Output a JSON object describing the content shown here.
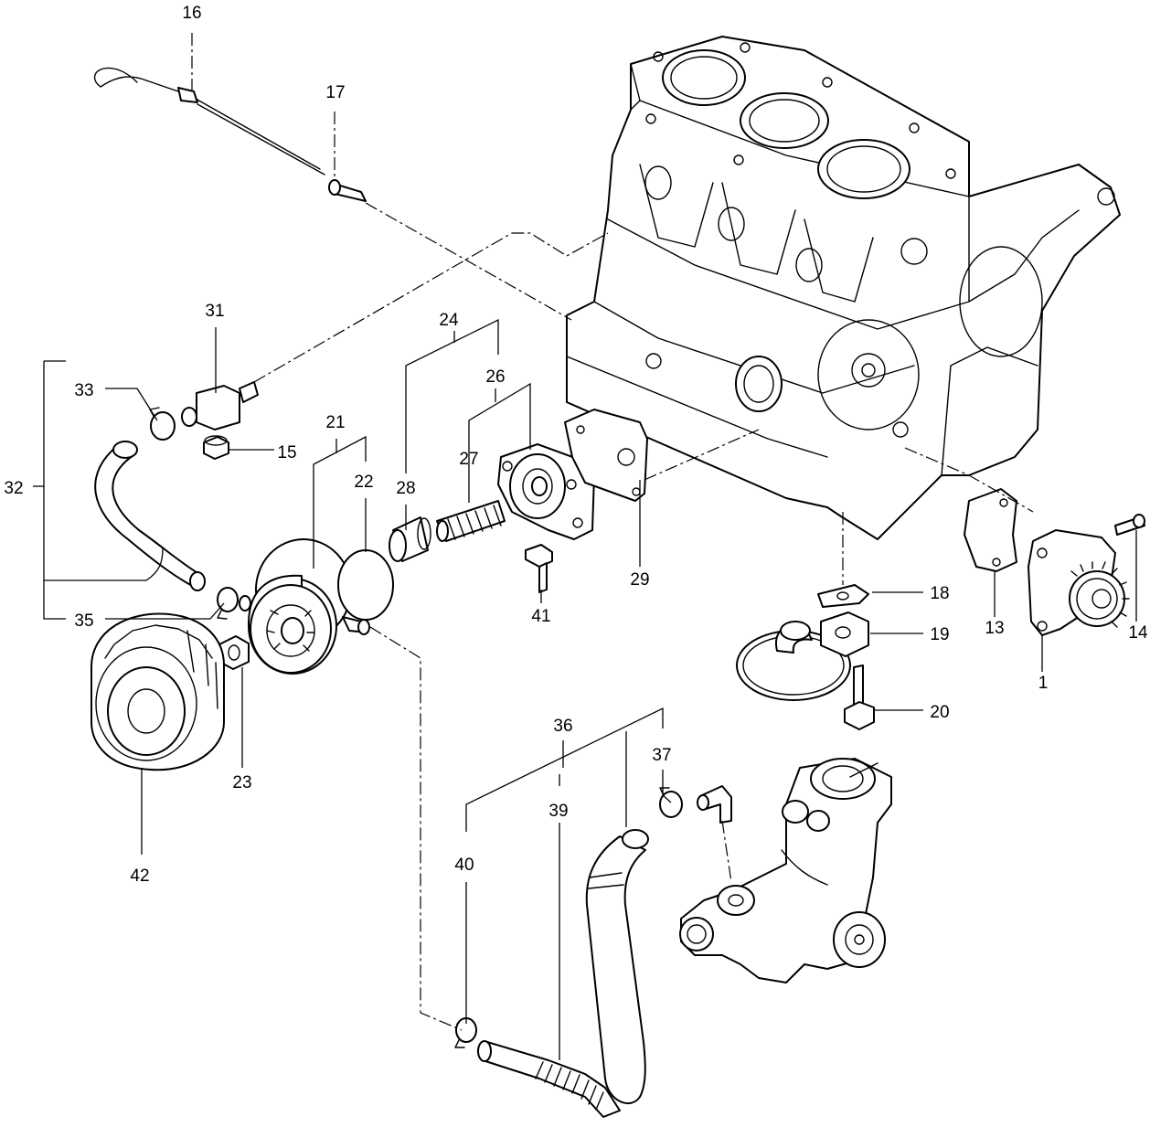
{
  "callouts": [
    {
      "id": "c1",
      "text": "1"
    },
    {
      "id": "c13",
      "text": "13"
    },
    {
      "id": "c14",
      "text": "14"
    },
    {
      "id": "c15",
      "text": "15"
    },
    {
      "id": "c16",
      "text": "16"
    },
    {
      "id": "c17",
      "text": "17"
    },
    {
      "id": "c18",
      "text": "18"
    },
    {
      "id": "c19",
      "text": "19"
    },
    {
      "id": "c20",
      "text": "20"
    },
    {
      "id": "c21",
      "text": "21"
    },
    {
      "id": "c22",
      "text": "22"
    },
    {
      "id": "c23",
      "text": "23"
    },
    {
      "id": "c24",
      "text": "24"
    },
    {
      "id": "c26",
      "text": "26"
    },
    {
      "id": "c27",
      "text": "27"
    },
    {
      "id": "c28",
      "text": "28"
    },
    {
      "id": "c29",
      "text": "29"
    },
    {
      "id": "c31",
      "text": "31"
    },
    {
      "id": "c32",
      "text": "32"
    },
    {
      "id": "c33",
      "text": "33"
    },
    {
      "id": "c35",
      "text": "35"
    },
    {
      "id": "c36",
      "text": "36"
    },
    {
      "id": "c37",
      "text": "37"
    },
    {
      "id": "c39",
      "text": "39"
    },
    {
      "id": "c40",
      "text": "40"
    },
    {
      "id": "c41",
      "text": "41"
    },
    {
      "id": "c42",
      "text": "42"
    }
  ],
  "colors": {
    "line": "#000000",
    "background": "#ffffff"
  }
}
